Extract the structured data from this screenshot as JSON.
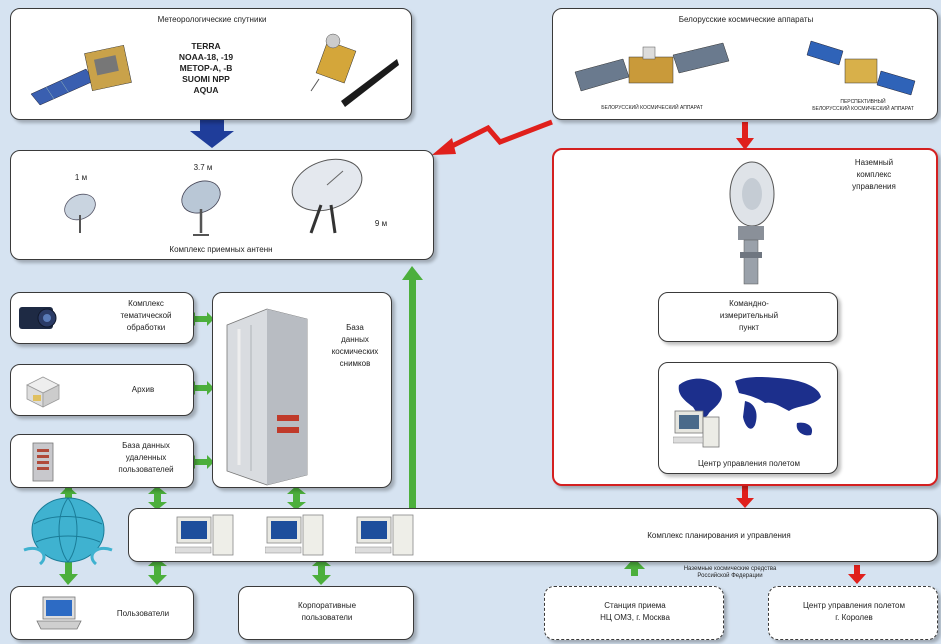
{
  "weather_sats": {
    "title": "Метеорологические спутники",
    "names": [
      "TERRA",
      "NOAA-18, -19",
      "METOP-A, -B",
      "SUOMI NPP",
      "AQUA"
    ]
  },
  "belarus_sats": {
    "title": "Белорусские космические аппараты",
    "sat1_label": "БЕЛОРУССКИЙ КОСМИЧЕСКИЙ АППАРАТ",
    "sat2_label_1": "ПЕРСПЕКТИВНЫЙ",
    "sat2_label_2": "БЕЛОРУССКИЙ КОСМИЧЕСКИЙ АППАРАТ"
  },
  "antennas": {
    "title": "Комплекс приемных антенн",
    "size_small": "1 м",
    "size_medium": "3.7 м",
    "size_large": "9 м"
  },
  "ground_control": {
    "title_1": "Наземный",
    "title_2": "комплекс",
    "title_3": "управления",
    "tmc_1": "Командно-",
    "tmc_2": "измерительный",
    "tmc_3": "пункт",
    "mcc": "Центр управления полетом"
  },
  "thematic": {
    "line1": "Комплекс",
    "line2": "тематической",
    "line3": "обработки"
  },
  "archive": {
    "label": "Архив"
  },
  "remote_users_db": {
    "line1": "База данных",
    "line2": "удаленных",
    "line3": "пользователей"
  },
  "space_db": {
    "line1": "База",
    "line2": "данных",
    "line3": "космических",
    "line4": "снимков"
  },
  "planning": {
    "label": "Комплекс планирования и управления"
  },
  "users": {
    "label": "Пользователи"
  },
  "corporate_users": {
    "line1": "Корпоративные",
    "line2": "пользователи"
  },
  "russia_note": {
    "line1": "Наземные космические средства",
    "line2": "Российской Федерации"
  },
  "station": {
    "line1": "Станция приема",
    "line2": "НЦ ОМЗ, г. Москва"
  },
  "mcc_korolev": {
    "line1": "Центр управления полетом",
    "line2": "г. Королев"
  },
  "colors": {
    "green_arrow": "#4caf3c",
    "red_arrow": "#e0201c",
    "blue_arrow": "#1f3d9a",
    "background": "#d6e3f1"
  }
}
